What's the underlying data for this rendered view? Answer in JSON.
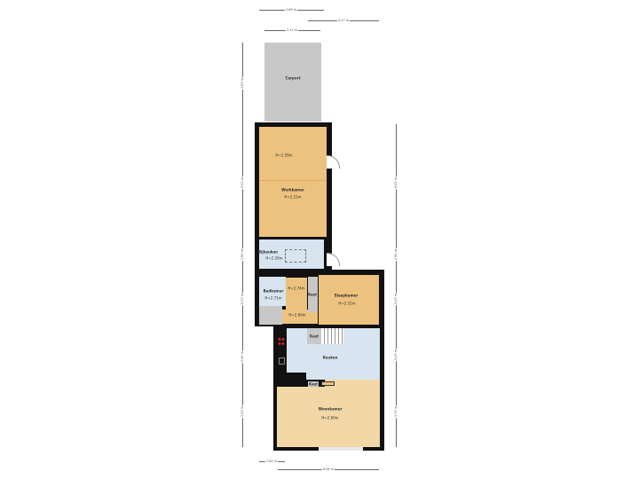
{
  "dimensions": {
    "top": [
      "3.66 m",
      "4.27 m",
      "3.31 m"
    ],
    "left": [
      "4.60 m",
      "5.43 m",
      "1.90 m",
      "2.03 m",
      "2.40 m",
      "3.43 m"
    ],
    "right": [
      "6.43 m",
      "1.90 m",
      "3.03 m",
      "3.20 m",
      "3.75 m"
    ],
    "bottom": [
      "1.64 m",
      "6.06 m"
    ]
  },
  "rooms": {
    "carport": {
      "name": "Carport"
    },
    "werkkamer": {
      "name": "Werkkamer",
      "height_top": "H=2.59m",
      "height": "H=2.21m"
    },
    "bijkeuken": {
      "name": "Bijkeuken",
      "height": "H=2.26m"
    },
    "badkamer": {
      "name": "Badkamer",
      "height": "H=2.71m"
    },
    "hal": {
      "height_top": "H=2.74m",
      "height": "H=2.60m"
    },
    "kast1": {
      "name": "Kast"
    },
    "slaapkamer": {
      "name": "Slaapkamer",
      "height": "H=2.51m"
    },
    "kast2": {
      "name": "Kast"
    },
    "keuken": {
      "name": "Keuken"
    },
    "kast3": {
      "name": "Kast"
    },
    "woonkamer": {
      "name": "Woonkamer",
      "height": "H=2.60m"
    }
  },
  "colors": {
    "bedroom": "#ecc27e",
    "wet": "#d8e4ef",
    "living": "#f2d8a7",
    "carport": "#c8c8c8",
    "wall": "#111111"
  }
}
